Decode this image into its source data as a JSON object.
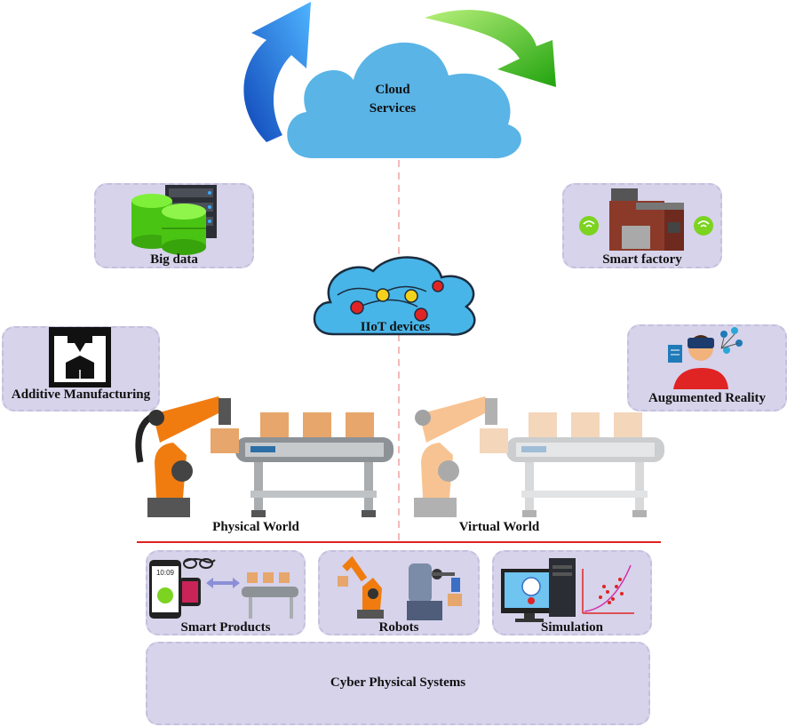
{
  "cloud": {
    "label_line1": "Cloud",
    "label_line2": "Services"
  },
  "nodes": {
    "big_data": "Big data",
    "smart_factory": "Smart factory",
    "iiot": "IIoT devices",
    "additive": "Additive Manufacturing",
    "ar": "Augumented Reality"
  },
  "worlds": {
    "physical": "Physical World",
    "virtual": "Virtual World"
  },
  "cps": {
    "smart_products": "Smart Products",
    "robots": "Robots",
    "simulation": "Simulation",
    "title": "Cyber Physical Systems"
  },
  "phone_time": "10:09",
  "colors": {
    "cloud": "#5ab4e6",
    "panel": "#d6d3ea",
    "arrow_up": "#1565d8",
    "arrow_down": "#43c81e",
    "divider": "#e0221f",
    "robot": "#f07c10"
  }
}
